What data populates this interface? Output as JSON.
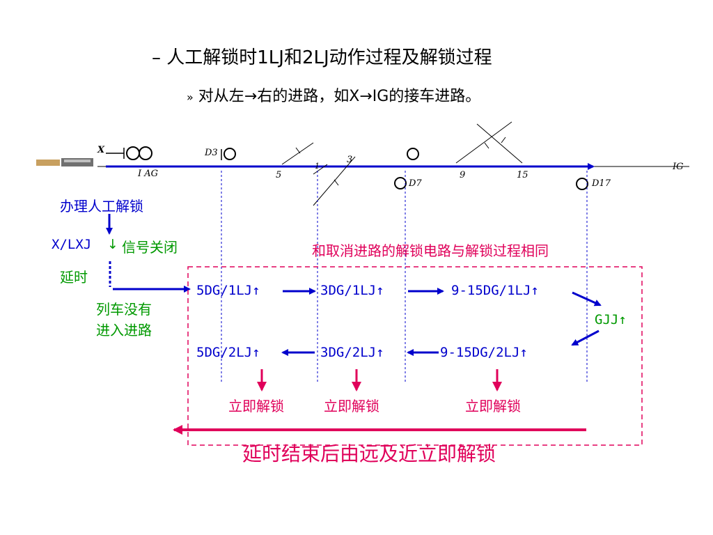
{
  "title": {
    "bullet": "–",
    "line1": "人工解锁时1LJ和2LJ动作过程及解锁过程",
    "sub_bullet": "»",
    "line2": "对从左→右的进路，如X→IG的接车进路。"
  },
  "track": {
    "signal_x": "X",
    "section_iag": "Ⅰ AG",
    "signal_d3": "D3",
    "signal_d7": "D7",
    "signal_d17": "D17",
    "switch_5": "5",
    "switch_1": "1",
    "switch_3": "3",
    "switch_9": "9",
    "switch_15": "15",
    "track_ig": "IG"
  },
  "flow": {
    "manual_unlock": "办理人工解锁",
    "xlxj": "X/LXJ",
    "signal_close": "信号关闭",
    "delay": "延时",
    "train_not_enter_1": "列车没有",
    "train_not_enter_2": "进入进路",
    "same_as_cancel": "和取消进路的解锁电路与解锁过程相同",
    "r1_1": "5DG/1LJ",
    "r1_2": "3DG/1LJ",
    "r1_3": "9-15DG/1LJ",
    "gjj": "GJJ",
    "r2_1": "5DG/2LJ",
    "r2_2": "3DG/2LJ",
    "r2_3": "9-15DG/2LJ",
    "unlock_now_1": "立即解锁",
    "unlock_now_2": "立即解锁",
    "unlock_now_3": "立即解锁",
    "final": "延时结束后由远及近立即解锁",
    "up_arrow": "↑",
    "down_arrow": "↓"
  },
  "colors": {
    "blue": "#0000cc",
    "green": "#009900",
    "red": "#e0005a"
  }
}
